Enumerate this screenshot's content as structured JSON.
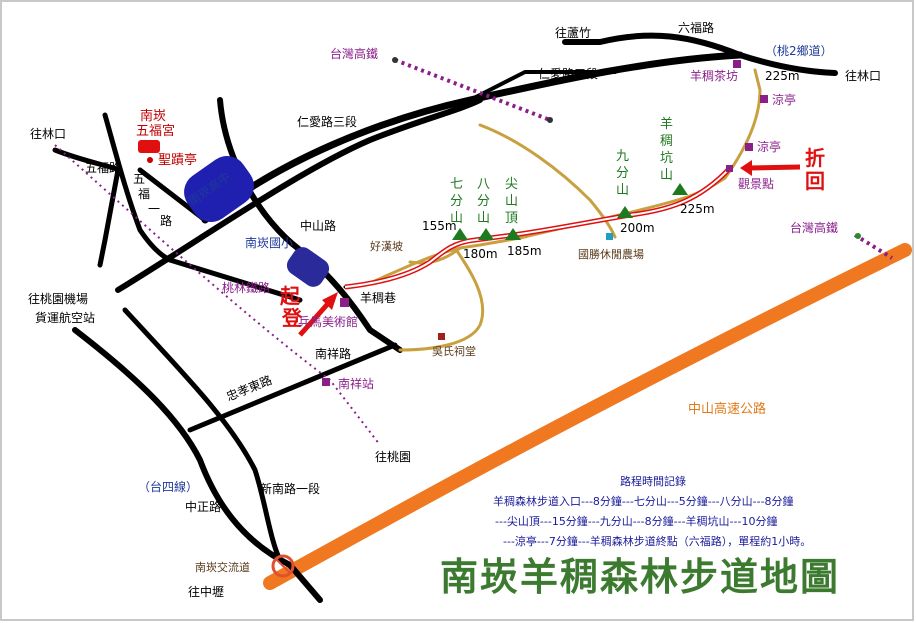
{
  "title": "南崁羊稠森林步道地圖",
  "labels": {
    "wang_lu_zhu": "往蘆竹",
    "liu_fu_road": "六福路",
    "tao2": "（桃2鄉道）",
    "wang_lin_kou_right": "往林口",
    "hsr_top": "台灣高鐵",
    "renai_rd3_top": "仁愛路三段",
    "renai_rd3_mid": "仁愛路三段",
    "yang_chou_tea": "羊稠茶坊",
    "m225_top": "225m",
    "pavilion1": "涼亭",
    "pavilion2": "涼亭",
    "observation": "觀景點",
    "turn_back": "折回",
    "m225_mid": "225m",
    "hsr_right": "台灣高鐵",
    "nankan_wufu": "南崁五福宮",
    "shengji_ting": "聖蹟亭",
    "wang_lin_kou_left": "往林口",
    "wufu_road": "五福路",
    "wufu_yi_road": "五福一路",
    "nankan_high": "南崁高中",
    "zhongshan_rd": "中山路",
    "nankan_elem": "南崁國小",
    "qifenshan": "七分山",
    "bafenshan": "八分山",
    "jianshanding": "尖山頂",
    "jiufenshan": "九分山",
    "yangchou_keng": "羊稠坑山",
    "m155": "155m",
    "m180": "180m",
    "m185": "185m",
    "m200": "200m",
    "haohan_po": "好漢坡",
    "guosheng_farm": "國勝休閒農場",
    "taolin_rail": "桃林鐵路",
    "start": "起登",
    "yang_chou_alley": "羊稠巷",
    "museum": "兵馬美術館",
    "wu_ancestral": "吳氏祠堂",
    "airport_cargo1": "往桃園機場",
    "airport_cargo2": "貨運航空站",
    "nanxiang_rd": "南祥路",
    "zhongxiao_e": "忠孝東路",
    "nanxiang_st": "南祥站",
    "wang_taoyuan": "往桃園",
    "freeway": "中山高速公路",
    "tai4": "（台四線）",
    "xinnan_rd": "新南路一段",
    "zhongzheng_rd": "中正路",
    "nankan_ic": "南崁交流道",
    "wang_zhongli": "往中壢"
  },
  "notes": {
    "heading": "路程時間記錄",
    "line1": "羊稠森林步道入口---8分鐘---七分山---5分鐘---八分山---8分鐘",
    "line2": "---尖山頂---15分鐘---九分山---8分鐘---羊稠坑山---10分鐘",
    "line3": "---涼亭---7分鐘---羊稠森林步道終點（六福路），單程約1小時。"
  },
  "colors": {
    "road": "#000000",
    "trail": "#c8a040",
    "route": "#e01010",
    "rail": "#8a1f8a",
    "freeway": "#f07820",
    "peak": "#1f7a1f",
    "school": "#1f1fb0",
    "title": "#3c7b2f"
  }
}
